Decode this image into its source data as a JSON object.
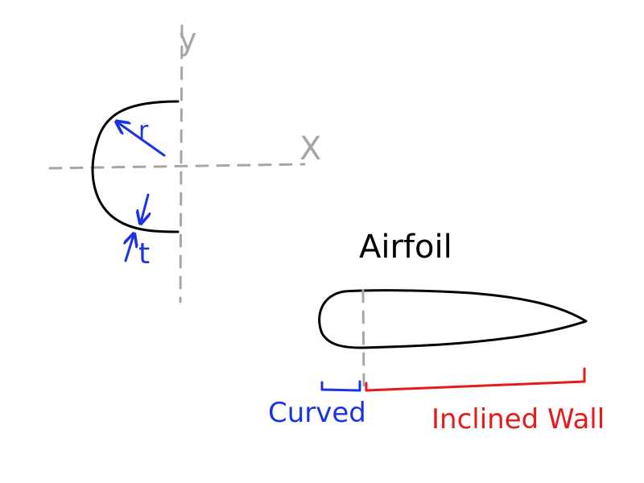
{
  "colors": {
    "axis": "#a6a6a6",
    "outline": "#000000",
    "curved_annotation": "#1a33e6",
    "inclined_annotation": "#e61a1a",
    "background": "#ffffff"
  },
  "section_sketch": {
    "y_axis_label": "y",
    "x_axis_label": "X",
    "radius_label": "r",
    "thickness_label": "t"
  },
  "airfoil_sketch": {
    "title": "Airfoil",
    "curved_label": "Curved",
    "inclined_wall_label": "Inclined Wall"
  }
}
